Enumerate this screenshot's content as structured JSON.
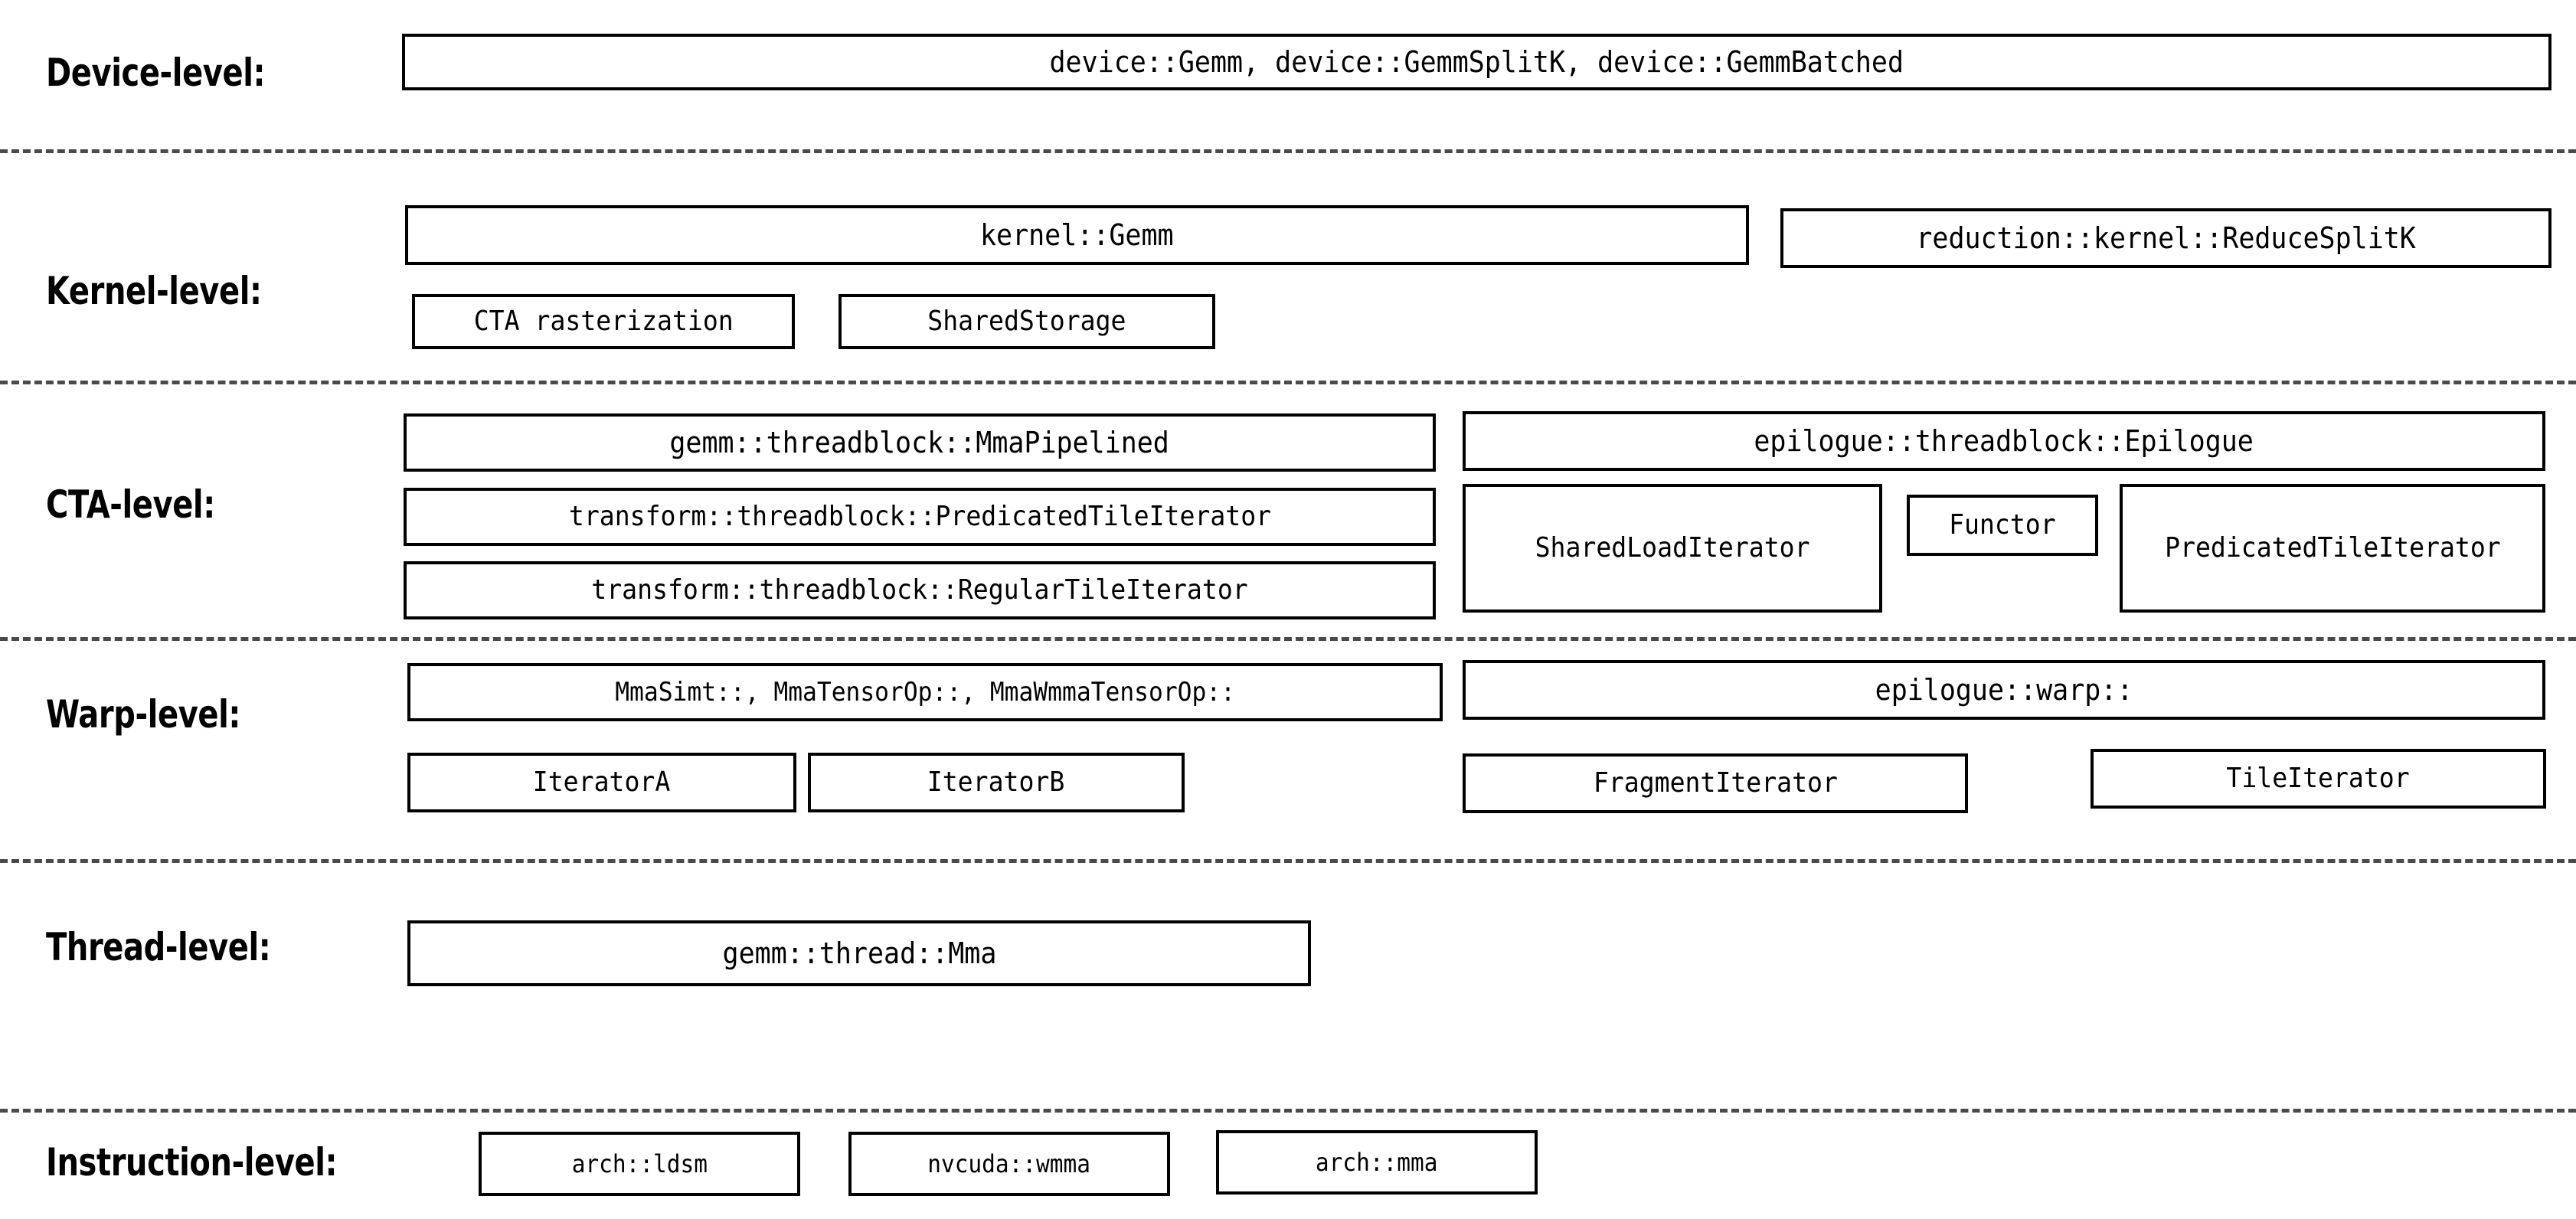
{
  "diagram": {
    "title": "CUTLASS GEMM hierarchy by level",
    "separator_color": "#4a4a4a",
    "box_border_color": "#000000",
    "background_color": "#ffffff"
  },
  "levels": [
    {
      "label": "Device-level:",
      "boxes": [
        {
          "text": "device::Gemm, device::GemmSplitK, device::GemmBatched"
        }
      ]
    },
    {
      "label": "Kernel-level:",
      "boxes": [
        {
          "text": "kernel::Gemm"
        },
        {
          "text": "reduction::kernel::ReduceSplitK"
        },
        {
          "text": "CTA rasterization"
        },
        {
          "text": "SharedStorage"
        }
      ]
    },
    {
      "label": "CTA-level:",
      "boxes": [
        {
          "text": "gemm::threadblock::MmaPipelined"
        },
        {
          "text": "epilogue::threadblock::Epilogue"
        },
        {
          "text": "transform::threadblock::PredicatedTileIterator"
        },
        {
          "text": "SharedLoadIterator"
        },
        {
          "text": "Functor"
        },
        {
          "text": "PredicatedTileIterator"
        },
        {
          "text": "transform::threadblock::RegularTileIterator"
        }
      ]
    },
    {
      "label": "Warp-level:",
      "boxes": [
        {
          "text": "MmaSimt::, MmaTensorOp::, MmaWmmaTensorOp::"
        },
        {
          "text": "epilogue::warp::"
        },
        {
          "text": "IteratorA"
        },
        {
          "text": "IteratorB"
        },
        {
          "text": "FragmentIterator"
        },
        {
          "text": "TileIterator"
        }
      ]
    },
    {
      "label": "Thread-level:",
      "boxes": [
        {
          "text": "gemm::thread::Mma"
        }
      ]
    },
    {
      "label": "Instruction-level:",
      "boxes": [
        {
          "text": "arch::ldsm"
        },
        {
          "text": "nvcuda::wmma"
        },
        {
          "text": "arch::mma"
        }
      ]
    }
  ]
}
